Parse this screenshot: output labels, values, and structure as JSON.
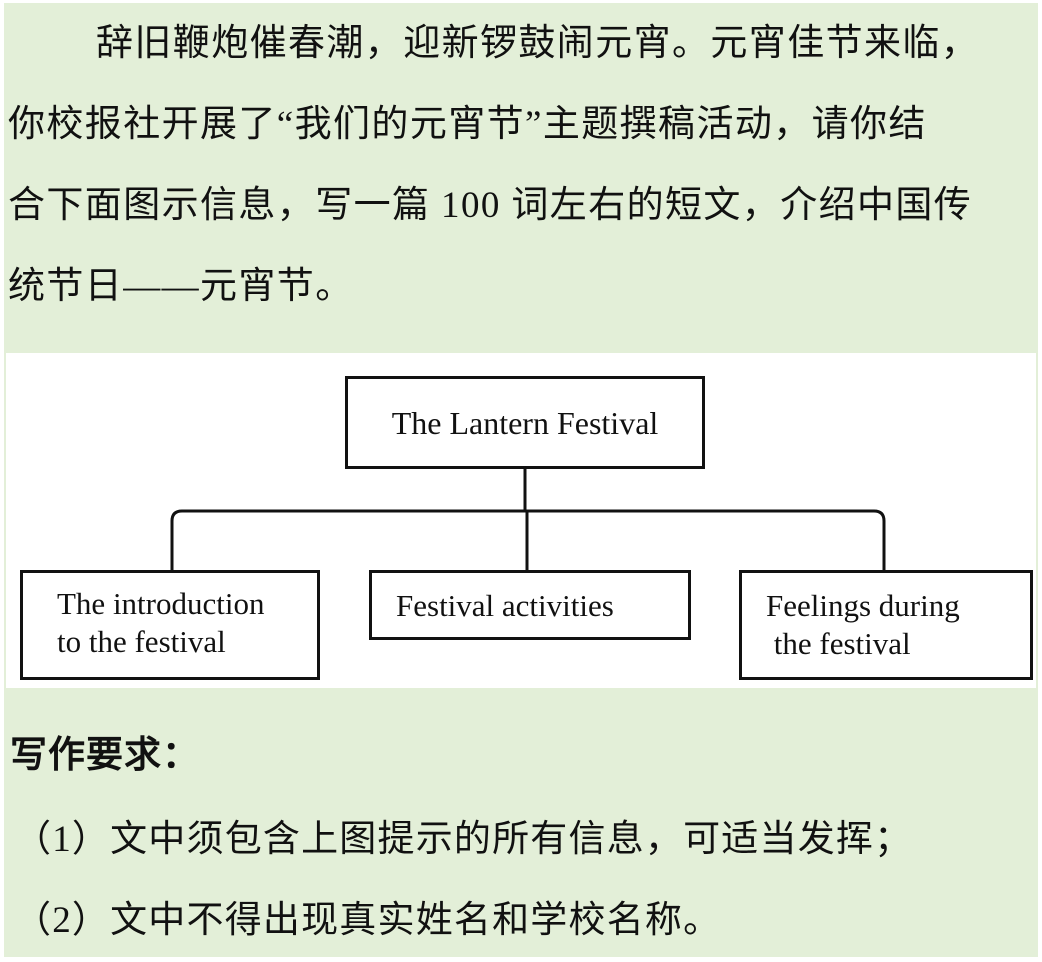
{
  "intro": {
    "lines": [
      "辞旧鞭炮催春潮，迎新锣鼓闹元宵。元宵佳节来临，",
      "你校报社开展了“我们的元宵节”主题撰稿活动，请你结",
      "合下面图示信息，写一篇 100 词左右的短文，介绍中国传",
      "统节日——元宵节。"
    ]
  },
  "diagram": {
    "root": "The Lantern Festival",
    "children": [
      {
        "lines": [
          "The introduction",
          "to the festival"
        ]
      },
      {
        "lines": [
          "Festival activities"
        ]
      },
      {
        "lines": [
          "Feelings during",
          " the festival"
        ]
      }
    ]
  },
  "requirements": {
    "title": "写作要求：",
    "items": [
      "（1）文中须包含上图提示的所有信息，可适当发挥；",
      "（2）文中不得出现真实姓名和学校名称。"
    ]
  },
  "colors": {
    "page_background": "#e3efd8",
    "diagram_background": "#ffffff",
    "line_color": "#111111"
  }
}
